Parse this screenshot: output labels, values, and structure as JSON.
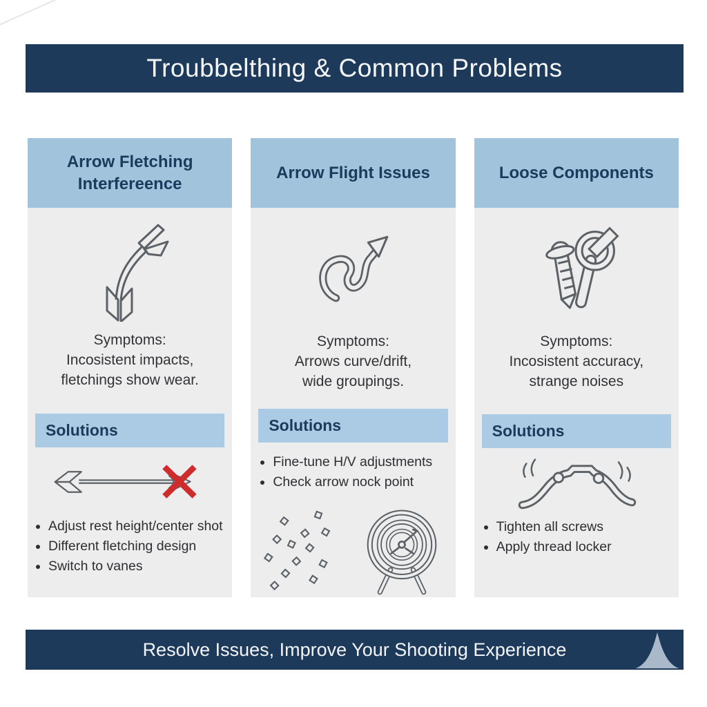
{
  "title": "Troubbelthing & Common Problems",
  "footer": {
    "text": "Resolve Issues, Improve Your Shooting Experience"
  },
  "colors": {
    "navy_bar": "#1e3a5a",
    "column_header_blue": "#a1c3dc",
    "solutions_bar_blue": "#abcae3",
    "panel_gray": "#ededee",
    "heading_text": "#1b3a5c",
    "body_text": "#333336",
    "icon_stroke": "#5c6166",
    "red_x": "#cf2d2d",
    "footer_triangle": "#a9b9ca"
  },
  "icons": [
    "bent-arrow-fletching-icon",
    "erratic-flight-arrow-icon",
    "wrench-screw-icon",
    "arrow-blocked-red-x-icon",
    "scatter-grouping-icon",
    "target-stand-icon",
    "vibrating-bracket-icon",
    "footer-peak-icon"
  ],
  "columns": [
    {
      "title": "Arrow Fletching Interfereence",
      "symptoms": {
        "label": "Symptoms:",
        "lines": [
          "Incosistent impacts,",
          "fletchings show wear."
        ]
      },
      "solutions": {
        "label": "Solutions",
        "bullets": [
          "Adjust rest height/center shot",
          "Different fletching design",
          "Switch to vanes"
        ]
      }
    },
    {
      "title": "Arrow Flight Issues",
      "symptoms": {
        "label": "Symptoms:",
        "lines": [
          "Arrows curve/drift,",
          "wide groupings."
        ]
      },
      "solutions": {
        "label": "Solutions",
        "bullets": [
          "Fine-tune H/V adjustments",
          "Check arrow nock point"
        ]
      }
    },
    {
      "title": "Loose Components",
      "symptoms": {
        "label": "Symptoms:",
        "lines": [
          "Incosistent accuracy,",
          "strange noises"
        ]
      },
      "solutions": {
        "label": "Solutions",
        "bullets": [
          "Tighten all screws",
          "Apply thread locker"
        ]
      }
    }
  ]
}
